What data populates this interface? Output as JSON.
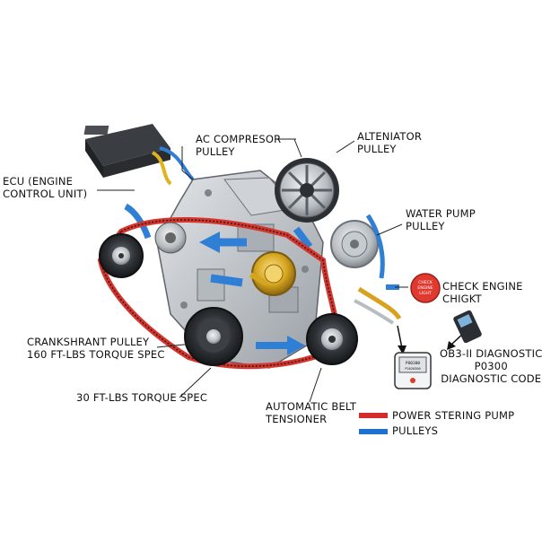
{
  "labels": {
    "ac_compressor": [
      "AC COMPRESOR",
      "PULLEY"
    ],
    "alternator": [
      "ALTENIATOR",
      "PULLEY"
    ],
    "ecu": [
      "ECU (ENGINE",
      "CONTROL UNIT)"
    ],
    "water_pump": [
      "WATER PUMP",
      "PULLEY"
    ],
    "check_engine": [
      "CHECK ENGINE",
      "CHIGKT"
    ],
    "crankshaft": [
      "CRANKSHRANT PULLEY",
      "160 FT-LBS TORQUE SPEC"
    ],
    "obd": [
      "OB3-II DIAGNOSTIC",
      "P0300",
      "DIAGNOSTIC CODE"
    ],
    "torque30": [
      "30 FT-LBS TORQUE SPEC"
    ],
    "tensioner": [
      "AUTOMATIC BELT",
      "TENSIONER"
    ]
  },
  "check_engine_badge": [
    "CHECK",
    "ENGINE",
    "LIGHT"
  ],
  "scanner_screen": [
    "PO0300",
    "P2020300"
  ],
  "legend": [
    {
      "label": "POWER STERING PUMP",
      "color": "#d62b2b"
    },
    {
      "label": "PULLEYS",
      "color": "#1f6fd1"
    }
  ],
  "colors": {
    "belt": "#d9342b",
    "coolant": "#2f7fd6",
    "engine": "#b9bec4",
    "engine_dark": "#7d848b",
    "pulley": "#2b2e32",
    "gold": "#d4a51e"
  }
}
